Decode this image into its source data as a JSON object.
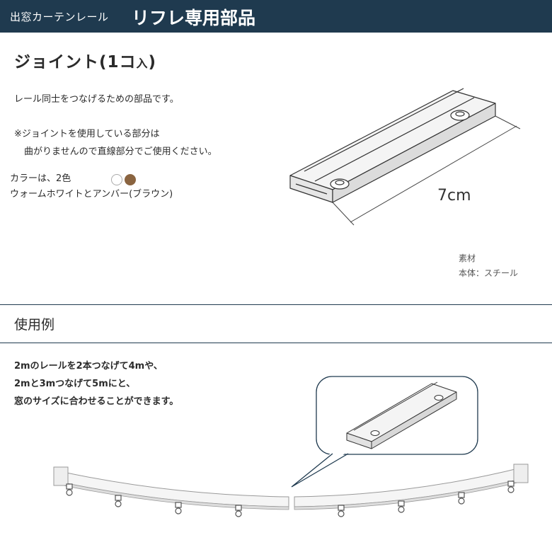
{
  "header": {
    "subtitle": "出窓カーテンレール",
    "title": "リフレ専用部品"
  },
  "product": {
    "name": "ジョイント(1コ",
    "qty_small": "入",
    "name_close": ")",
    "description": "レール同士をつなげるための部品です。",
    "note_line1": "※ジョイントを使用している部分は",
    "note_line2": "曲がりませんので直線部分でご使用ください。",
    "colors_line1": "カラーは、2色",
    "colors_line2": "ウォームホワイトとアンバー(ブラウン)",
    "swatches": [
      "#ffffff",
      "#8a6440"
    ],
    "dimension": "7cm",
    "material_label": "素材",
    "material_value": "本体：スチール"
  },
  "usage": {
    "heading": "使用例",
    "lines": [
      "2mのレールを2本つなげて4mや、",
      "2mと3mつなげて5mにと、",
      "窓のサイズに合わせることができます。"
    ]
  }
}
